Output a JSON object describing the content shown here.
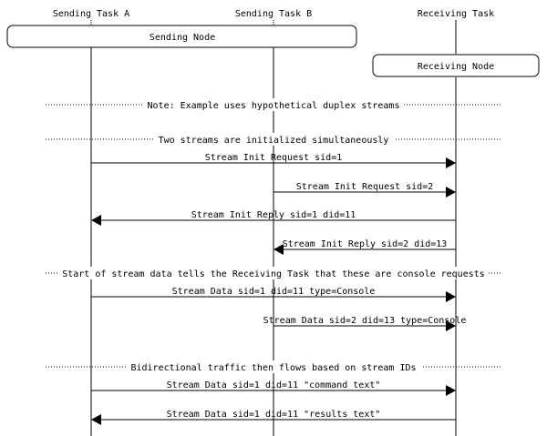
{
  "participants": [
    {
      "id": "a",
      "label": "Sending Task A"
    },
    {
      "id": "b",
      "label": "Sending Task B"
    },
    {
      "id": "r",
      "label": "Receiving Task"
    }
  ],
  "nodes": [
    {
      "id": "sending",
      "label": "Sending Node",
      "spans": [
        "a",
        "b"
      ]
    },
    {
      "id": "receiving",
      "label": "Receiving Node",
      "spans": [
        "r"
      ]
    }
  ],
  "sequence": [
    {
      "kind": "note",
      "text": "Note: Example uses hypothetical duplex streams"
    },
    {
      "kind": "note",
      "text": "Two streams are initialized simultaneously"
    },
    {
      "kind": "message",
      "from": "a",
      "to": "r",
      "text": "Stream Init Request sid=1"
    },
    {
      "kind": "message",
      "from": "b",
      "to": "r",
      "text": "Stream Init Request sid=2"
    },
    {
      "kind": "message",
      "from": "r",
      "to": "a",
      "text": "Stream Init Reply sid=1 did=11"
    },
    {
      "kind": "message",
      "from": "r",
      "to": "b",
      "text": "Stream Init Reply sid=2 did=13"
    },
    {
      "kind": "note",
      "text": "Start of stream data tells the Receiving Task that these are console requests"
    },
    {
      "kind": "message",
      "from": "a",
      "to": "r",
      "text": "Stream Data sid=1 did=11 type=Console"
    },
    {
      "kind": "message",
      "from": "b",
      "to": "r",
      "text": "Stream Data sid=2 did=13 type=Console"
    },
    {
      "kind": "note",
      "text": "Bidirectional traffic then flows based on stream IDs"
    },
    {
      "kind": "message",
      "from": "a",
      "to": "r",
      "text": "Stream Data sid=1 did=11 \"command text\""
    },
    {
      "kind": "message",
      "from": "r",
      "to": "a",
      "text": "Stream Data sid=1 did=11 \"results text\""
    }
  ]
}
